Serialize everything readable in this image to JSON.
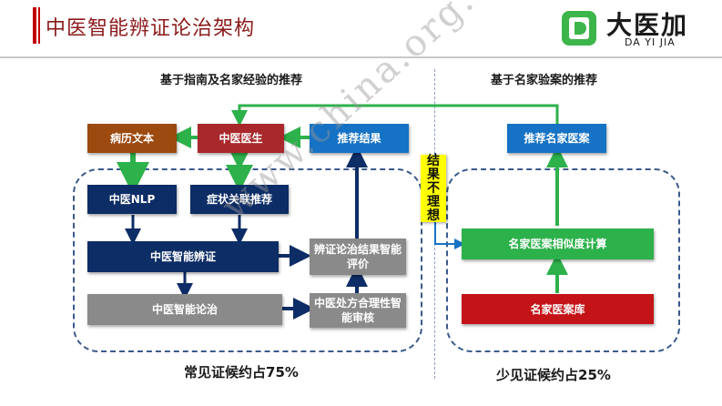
{
  "header": {
    "title": "中医智能辨证论治架构",
    "logo_cn": "大医加",
    "logo_en": "DA YI JIA"
  },
  "sections": {
    "left_title": "基于指南及名家经验的推荐",
    "right_title": "基于名家验案的推荐",
    "left_bottom": "常见证候约占75%",
    "right_bottom": "少见证候约占25%"
  },
  "nodes": {
    "medical_text": "病历文本",
    "tcm_doctor": "中医医生",
    "recommend_result": "推荐结果",
    "recommend_famous": "推荐名家医案",
    "tcm_nlp": "中医NLP",
    "symptom_assoc": "症状关联推荐",
    "tcm_diagnosis": "中医智能辨证",
    "eval_result": "辨证论治结果智能评价",
    "tcm_treatment": "中医智能论治",
    "prescription_audit": "中医处方合理性智能审核",
    "similarity_calc": "名家医案相似度计算",
    "case_library": "名家医案库"
  },
  "not_ideal": [
    "结",
    "果",
    "不",
    "理",
    "想"
  ],
  "watermark": "www.china.org.cn",
  "colors": {
    "arrow_green": "#2db14b",
    "arrow_navy": "#0d2d66",
    "arrow_blue": "#1672c4",
    "title_red": "#c00000"
  }
}
